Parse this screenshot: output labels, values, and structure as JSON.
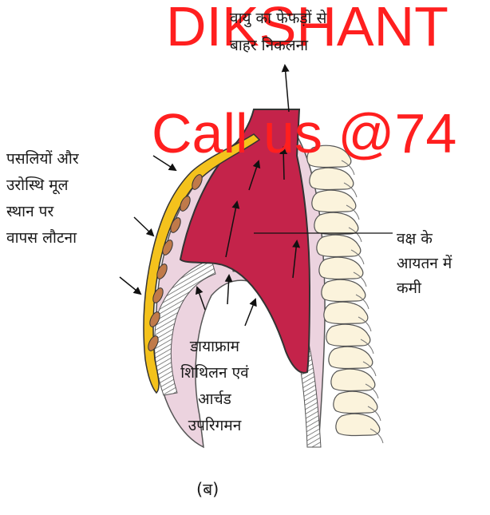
{
  "watermark": {
    "line1": "DIKSHANT",
    "line2": "Call us @74",
    "color": "#ff1f1f"
  },
  "labels": {
    "air_out": [
      "वायु का फेफड़ों से",
      "बाहर निकलना"
    ],
    "ribs": [
      "पसलियों और",
      "उरोस्थि मूल",
      "स्थान पर",
      "वापस लौटना"
    ],
    "volume": [
      "वक्ष के",
      "आयतन में",
      "कमी"
    ],
    "diaphragm": [
      "डायाफ्राम",
      "शिथिलन एवं",
      "आर्चड",
      "उपरिगमन"
    ]
  },
  "caption": "(ब)",
  "colors": {
    "lung": "#c4234a",
    "pleura": "#ecd3df",
    "rib_cage": "#f4c21c",
    "rib_spots": "#c07a4a",
    "vertebrae": "#fbf3dc",
    "diaphragm_hatch": "#555555"
  }
}
